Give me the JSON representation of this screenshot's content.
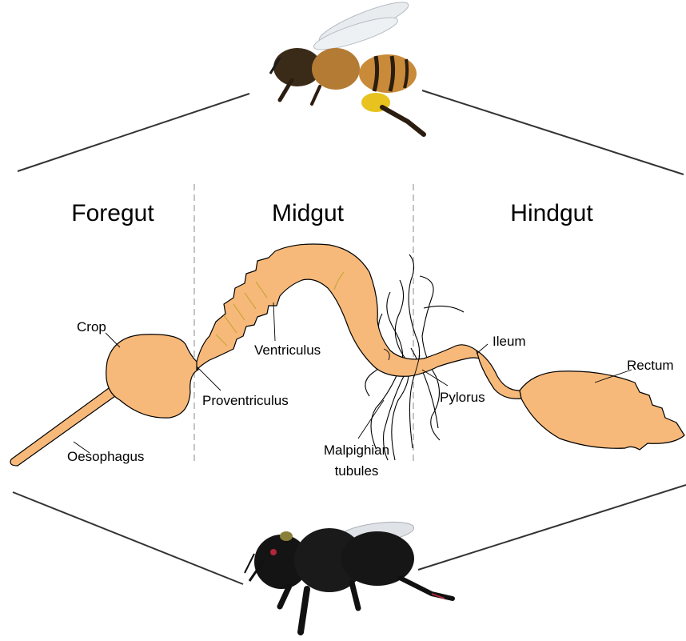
{
  "sections": {
    "foregut": "Foregut",
    "midgut": "Midgut",
    "hindgut": "Hindgut"
  },
  "labels": {
    "crop": "Crop",
    "oesophagus": "Oesophagus",
    "proventriculus": "Proventriculus",
    "ventriculus": "Ventriculus",
    "malpighian_line1": "Malpighian",
    "malpighian_line2": "tubules",
    "pylorus": "Pylorus",
    "ileum": "Ileum",
    "rectum": "Rectum"
  },
  "images": {
    "top": "honeybee-photo",
    "bottom": "bumblebee-photo"
  },
  "colors": {
    "gut_fill": "#f7b97a",
    "honeybee_body": "#c98a3a",
    "pollen": "#e8c21e",
    "bumblebee_body": "#141414"
  }
}
